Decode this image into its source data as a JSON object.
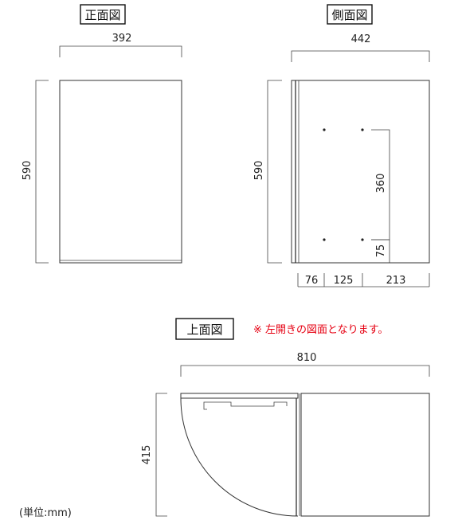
{
  "views": {
    "front": {
      "title": "正面図",
      "width": "392",
      "height": "590"
    },
    "side": {
      "title": "側面図",
      "depth": "442",
      "height": "590",
      "hole_span": "360",
      "hole_bottom": "75",
      "seg_a": "76",
      "seg_b": "125",
      "seg_c": "213"
    },
    "top": {
      "title": "上面図",
      "note": "※ 左開きの図面となります。",
      "total_width": "810",
      "depth": "415"
    }
  },
  "unit_label": "(単位:mm)"
}
